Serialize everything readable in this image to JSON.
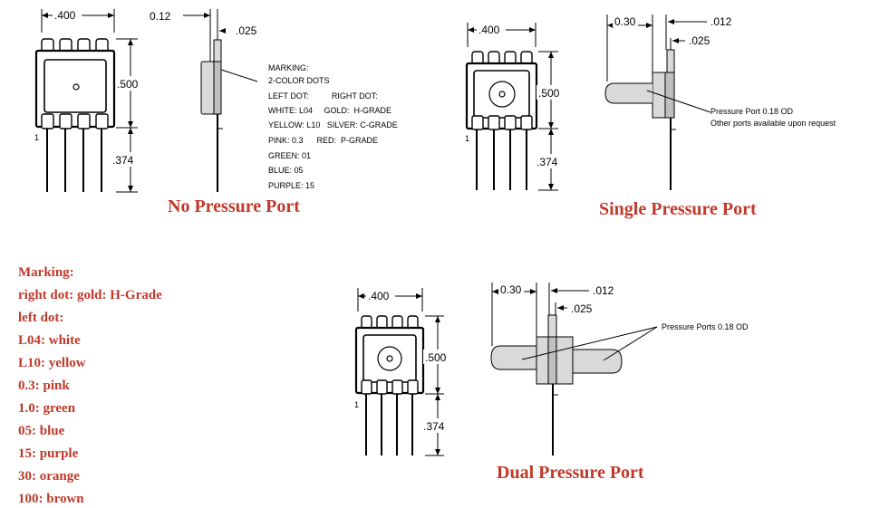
{
  "panels": {
    "no_port": {
      "title": "No Pressure Port",
      "dim_width": ".400",
      "dim_body": ".500",
      "dim_lead": ".374",
      "pin1": "1",
      "side_dim_top": "0.12",
      "side_dim_thk": ".025",
      "marking_lines": [
        "MARKING:",
        "2-COLOR DOTS",
        "LEFT DOT:          RIGHT DOT:",
        "WHITE: L04     GOLD:  H-GRADE",
        "YELLOW: L10   SILVER: C-GRADE",
        "PINK: 0.3      RED:  P-GRADE",
        "GREEN: 01",
        "BLUE: 05",
        "PURPLE: 15"
      ]
    },
    "single_port": {
      "title": "Single Pressure Port",
      "dim_width": ".400",
      "dim_body": ".500",
      "dim_lead": ".374",
      "pin1": "1",
      "side_dim_port": "0.30",
      "side_dim_top": ".012",
      "side_dim_thk": ".025",
      "note_line1": "Pressure Port 0.18 OD",
      "note_line2": "Other ports available upon request"
    },
    "dual_port": {
      "title": "Dual Pressure Port",
      "dim_width": ".400",
      "dim_body": ".500",
      "dim_lead": ".374",
      "pin1": "1",
      "side_dim_port": "0.30",
      "side_dim_top": ".012",
      "side_dim_thk": ".025",
      "note": "Pressure Ports 0.18 OD"
    }
  },
  "legend": {
    "lines": [
      "Marking:",
      "right dot: gold: H-Grade",
      "left dot:",
      "L04: white",
      "L10: yellow",
      "0.3: pink",
      "1.0: green",
      "05: blue",
      "15: purple",
      "30: orange",
      "100: brown"
    ]
  }
}
